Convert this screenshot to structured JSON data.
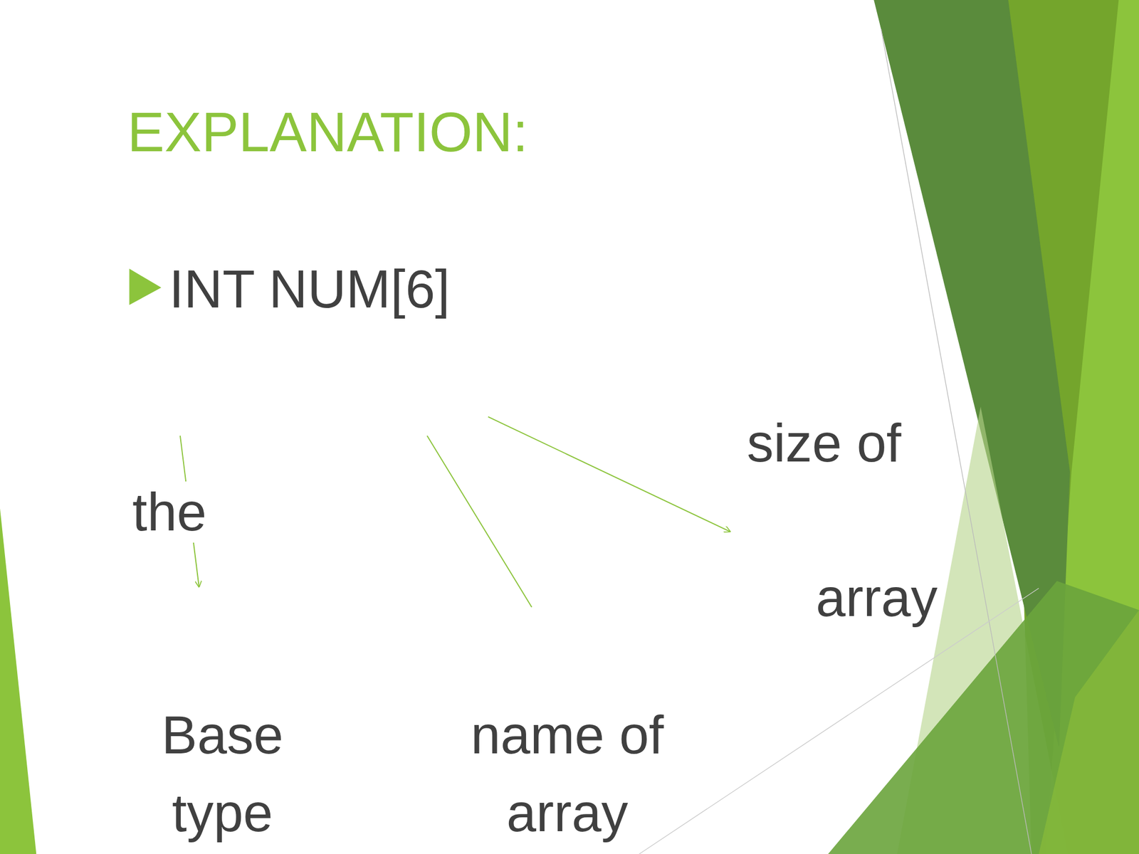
{
  "diagram": {
    "title": "EXPLANATION:",
    "labels": [
      "INT NUM[6]",
      "size of",
      "the",
      "array",
      "Base type",
      "name of array"
    ]
  }
}
